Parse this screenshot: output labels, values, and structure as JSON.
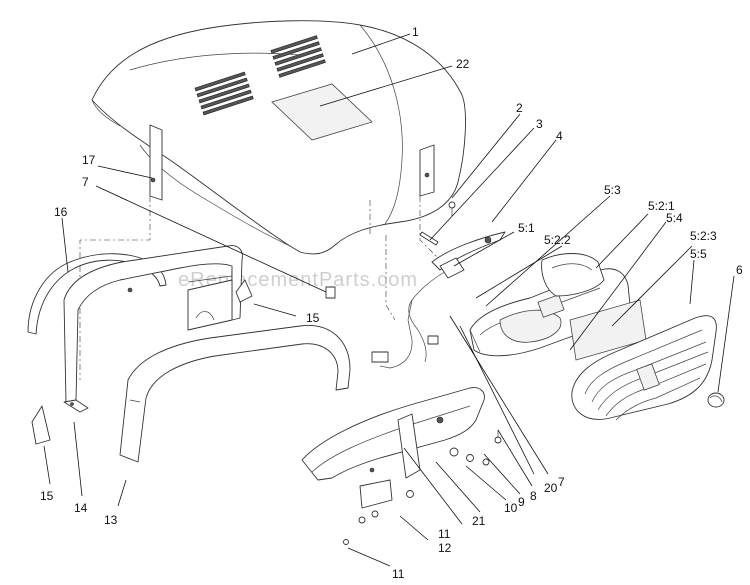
{
  "diagram": {
    "watermark": "eReplacementParts.com",
    "callouts": [
      {
        "id": "c1",
        "label": "1"
      },
      {
        "id": "c22",
        "label": "22"
      },
      {
        "id": "c2",
        "label": "2"
      },
      {
        "id": "c3",
        "label": "3"
      },
      {
        "id": "c4",
        "label": "4"
      },
      {
        "id": "c17",
        "label": "17"
      },
      {
        "id": "c7a",
        "label": "7"
      },
      {
        "id": "c16",
        "label": "16"
      },
      {
        "id": "c53",
        "label": "5:3"
      },
      {
        "id": "c521",
        "label": "5:2:1"
      },
      {
        "id": "c51",
        "label": "5:1"
      },
      {
        "id": "c522",
        "label": "5:2:2"
      },
      {
        "id": "c54",
        "label": "5:4"
      },
      {
        "id": "c523",
        "label": "5:2:3"
      },
      {
        "id": "c6",
        "label": "6"
      },
      {
        "id": "c55",
        "label": "5:5"
      },
      {
        "id": "c15a",
        "label": "15"
      },
      {
        "id": "c15b",
        "label": "15"
      },
      {
        "id": "c14",
        "label": "14"
      },
      {
        "id": "c13",
        "label": "13"
      },
      {
        "id": "c11a",
        "label": "11"
      },
      {
        "id": "c21",
        "label": "21"
      },
      {
        "id": "c10",
        "label": "10"
      },
      {
        "id": "c9",
        "label": "9"
      },
      {
        "id": "c8",
        "label": "8"
      },
      {
        "id": "c20",
        "label": "20"
      },
      {
        "id": "c7b",
        "label": "7"
      },
      {
        "id": "c12",
        "label": "12"
      },
      {
        "id": "c11b",
        "label": "11"
      }
    ]
  }
}
